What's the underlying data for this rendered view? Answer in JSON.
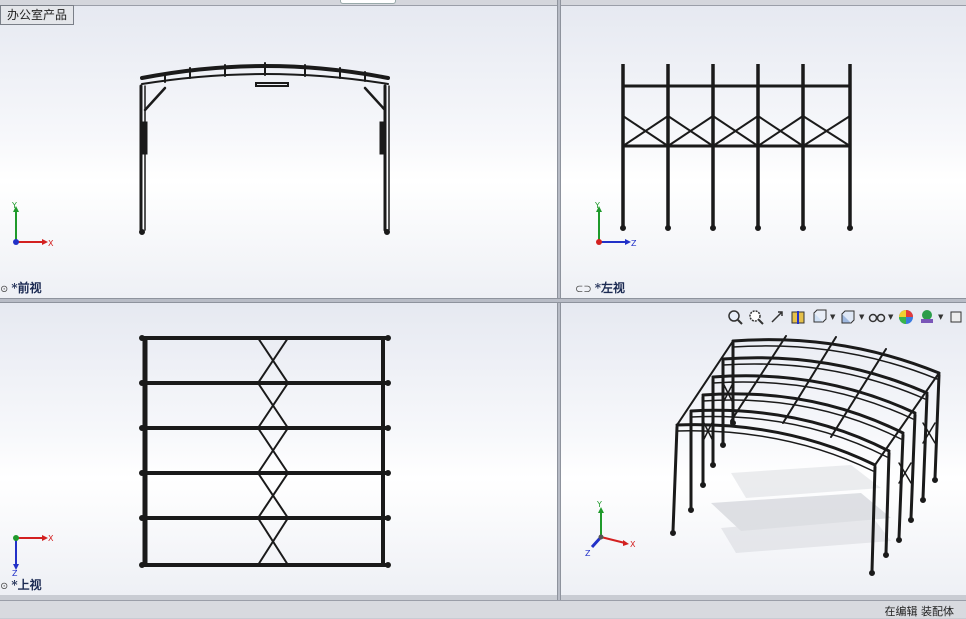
{
  "document_tab": "办公室产品",
  "viewports": {
    "front": {
      "label": "*前视",
      "axes": [
        "Y",
        "X"
      ]
    },
    "left": {
      "label": "*左视",
      "axes": [
        "Y",
        "Z"
      ]
    },
    "top": {
      "label": "*上视",
      "axes": [
        "X",
        "Z"
      ]
    },
    "iso": {
      "label": "",
      "axes": [
        "Y",
        "X",
        "Z"
      ]
    }
  },
  "heads_up_toolbar": [
    "zoom-to-fit-icon",
    "zoom-to-area-icon",
    "previous-view-icon",
    "section-view-icon",
    "view-orientation-icon",
    "display-style-icon",
    "hide-show-items-icon",
    "edit-appearance-icon",
    "apply-scene-icon",
    "view-settings-icon"
  ],
  "statusbar": {
    "text": "在编辑 装配体"
  },
  "colors": {
    "steel": "#1a1a1a",
    "axis_x": "#d32020",
    "axis_y": "#1f9a2b",
    "axis_z": "#2231c8"
  }
}
